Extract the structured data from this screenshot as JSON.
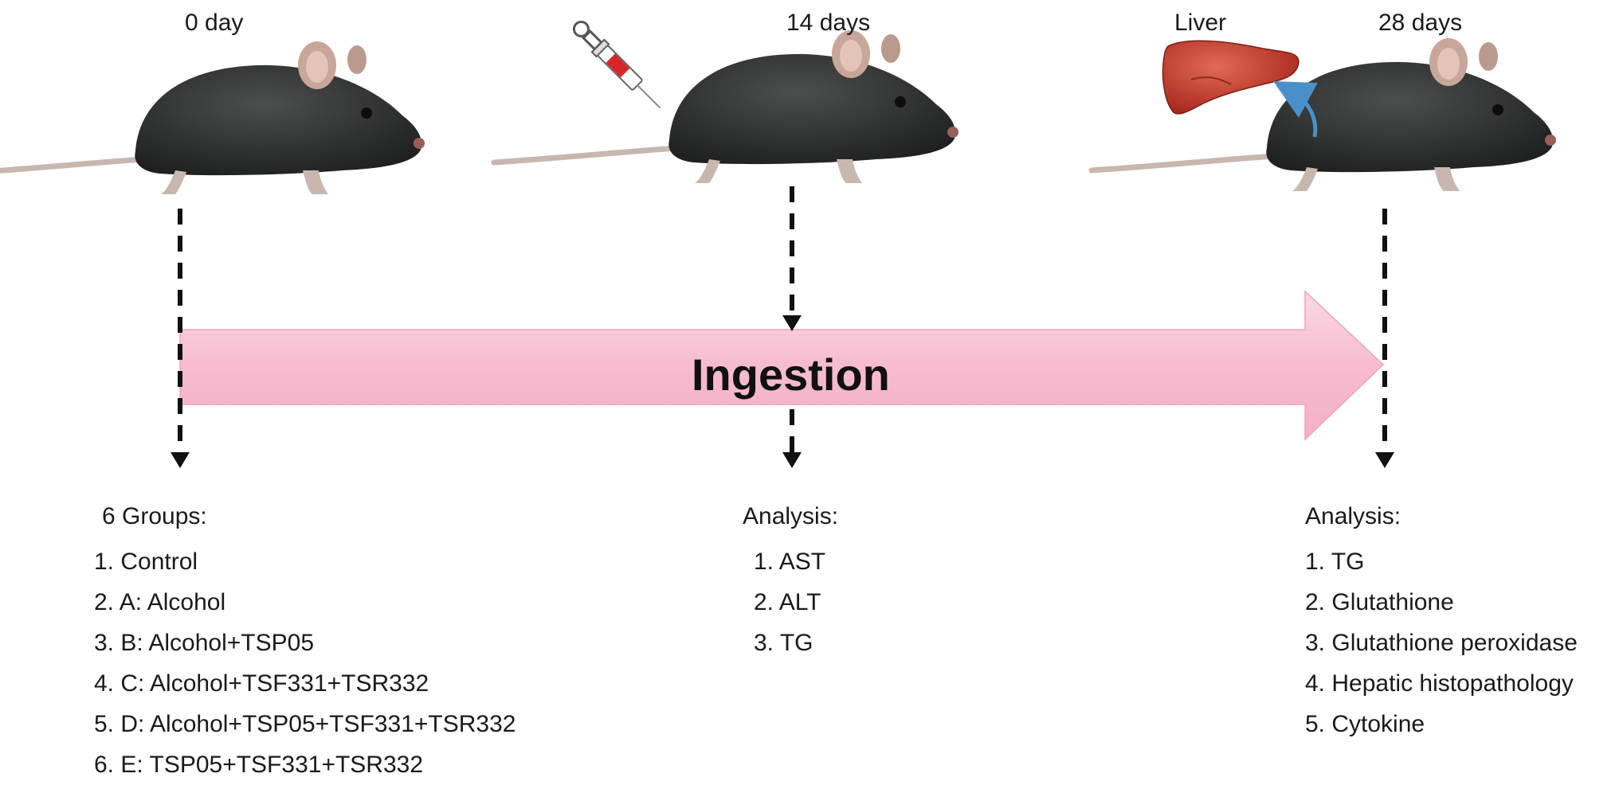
{
  "timepoints": [
    {
      "label": "0 day"
    },
    {
      "label": "14 days"
    },
    {
      "label": "28 days"
    }
  ],
  "liver_label": "Liver",
  "ingestion_label": "Ingestion",
  "groups": {
    "title": "6 Groups:",
    "items": [
      "1. Control",
      "2. A: Alcohol",
      "3. B: Alcohol+TSP05",
      "4. C: Alcohol+TSF331+TSR332",
      "5. D: Alcohol+TSP05+TSF331+TSR332",
      "6. E: TSP05+TSF331+TSR332"
    ]
  },
  "analysis_14": {
    "title": "Analysis:",
    "items": [
      "1. AST",
      "2. ALT",
      "3. TG"
    ]
  },
  "analysis_28": {
    "title": "Analysis:",
    "items": [
      "1. TG",
      "2. Glutathione",
      "3. Glutathione peroxidase",
      "4. Hepatic histopathology",
      "5. Cytokine"
    ]
  },
  "colors": {
    "arrow_fill": "#f7c3d6",
    "arrow_edge": "#eea3bf",
    "mouse_body": "#2f3030",
    "mouse_ear": "#c9a69a",
    "tail": "#c7b7ae",
    "liver": "#c43a2b",
    "curved_arrow": "#4a90c8",
    "syringe_red": "#d9252a"
  }
}
